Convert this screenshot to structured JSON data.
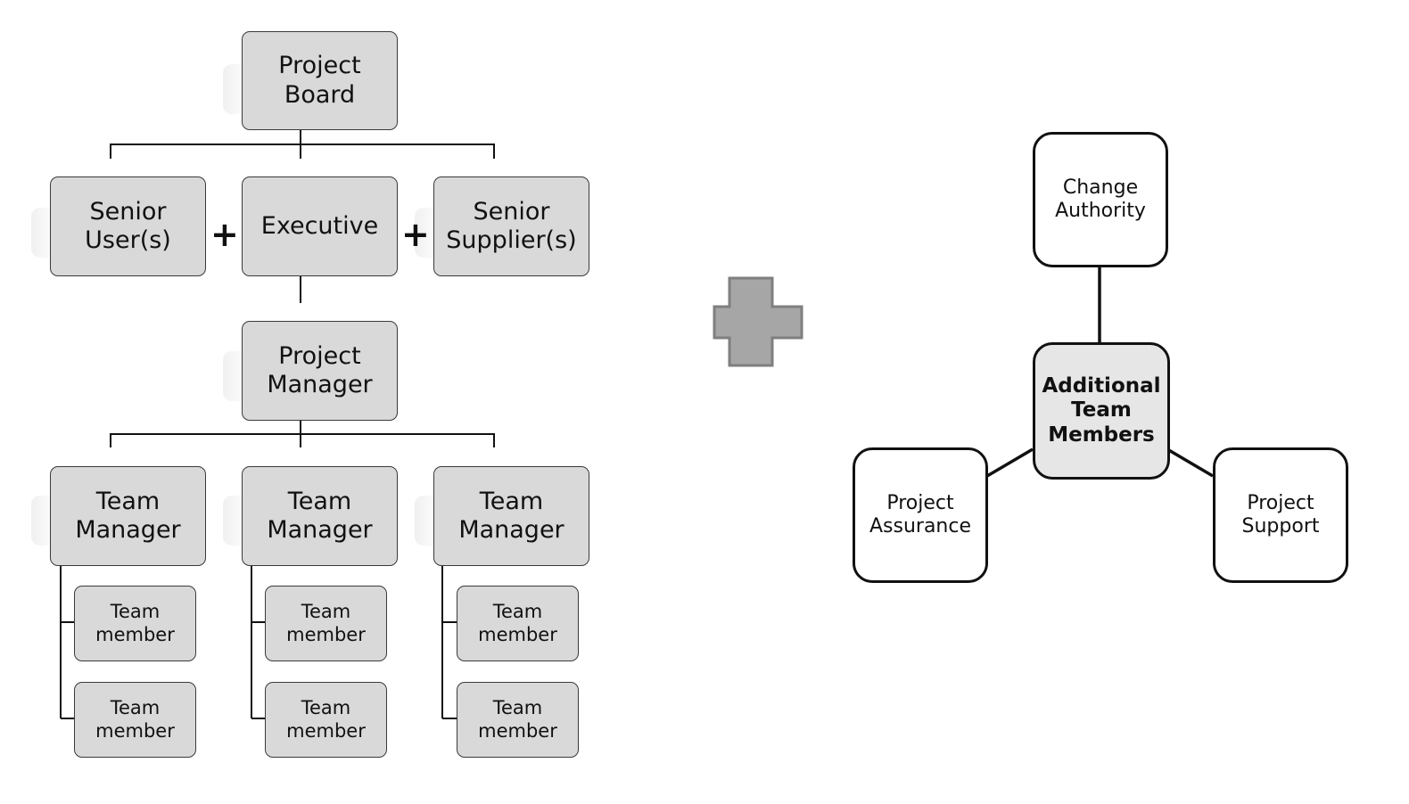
{
  "org": {
    "project_board": "Project\nBoard",
    "senior_users": "Senior\nUser(s)",
    "executive": "Executive",
    "senior_suppliers": "Senior\nSupplier(s)",
    "plus": "+",
    "project_manager": "Project\nManager",
    "team_managers": [
      {
        "label": "Team\nManager",
        "members": [
          "Team\nmember",
          "Team\nmember"
        ]
      },
      {
        "label": "Team\nManager",
        "members": [
          "Team\nmember",
          "Team\nmember"
        ]
      },
      {
        "label": "Team\nManager",
        "members": [
          "Team\nmember",
          "Team\nmember"
        ]
      }
    ]
  },
  "roles": {
    "center": "Additional\nTeam\nMembers",
    "change_authority": "Change\nAuthority",
    "project_assurance": "Project\nAssurance",
    "project_support": "Project\nSupport"
  },
  "colors": {
    "box_fill": "#d9d9d9",
    "center_fill": "#e6e6e6",
    "plus_sign_fill": "#a6a6a6",
    "line": "#111111"
  }
}
